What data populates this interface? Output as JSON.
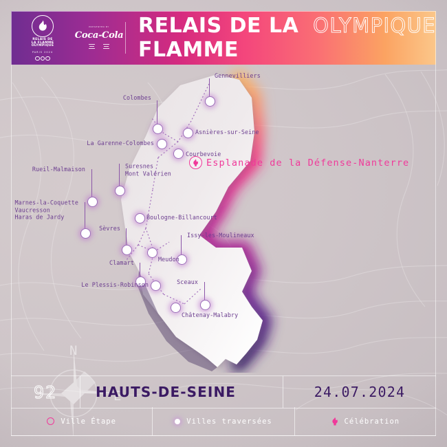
{
  "header": {
    "logo": {
      "line1": "RELAIS DE",
      "line2": "LA FLAMME",
      "line3": "OLYMPIQUE",
      "edition": "PARIS 2024",
      "flame_icon": "flame-icon",
      "rings_icon": "olympic-rings-icon"
    },
    "sponsor": {
      "kicker": "PRESENTED BY",
      "brand": "Coca-Cola"
    },
    "title_bold": "RELAIS DE LA FLAMME",
    "title_thin": "OLYMPIQUE"
  },
  "map": {
    "compass": {
      "north": "N",
      "east": "E",
      "icon": "compass-rose-icon"
    },
    "celebration": {
      "label": "Esplanade de la Défense-Nanterre",
      "icon": "torch-icon",
      "color": "#f0399a"
    },
    "cities": [
      {
        "label": "Gennevilliers",
        "align": "left"
      },
      {
        "label": "Colombes",
        "align": "right"
      },
      {
        "label": "Asnières-sur-Seine",
        "align": "left"
      },
      {
        "label": "La Garenne-Colombes",
        "align": "right"
      },
      {
        "label": "Courbevoie",
        "align": "left"
      },
      {
        "label": "Suresnes\nMont Valérien",
        "align": "left"
      },
      {
        "label": "Rueil-Malmaison",
        "align": "right"
      },
      {
        "label": "Marnes-la-Coquette\nVaucresson\nHaras de Jardy",
        "align": "right"
      },
      {
        "label": "Boulogne-Billancourt",
        "align": "left"
      },
      {
        "label": "Sèvres",
        "align": "right"
      },
      {
        "label": "Issy-les-Moulineaux",
        "align": "left"
      },
      {
        "label": "Meudon",
        "align": "left"
      },
      {
        "label": "Clamart",
        "align": "right"
      },
      {
        "label": "Le Plessis-Robinson",
        "align": "right"
      },
      {
        "label": "Sceaux",
        "align": "right"
      },
      {
        "label": "Châtenay-Malabry",
        "align": "left"
      }
    ]
  },
  "footer": {
    "number": "92",
    "department": "HAUTS-DE-SEINE",
    "date": "24.07.2024",
    "legend": [
      {
        "label": "Ville Étape",
        "icon": "hollow-circle-icon",
        "color": "#f0399a"
      },
      {
        "label": "Villes traversées",
        "icon": "glow-dot-icon",
        "color": "#ffffff"
      },
      {
        "label": "Célébration",
        "icon": "torch-icon",
        "color": "#f0399a"
      }
    ]
  },
  "colors": {
    "accent_pink": "#f0399a",
    "deep_purple": "#3b1a63",
    "label_purple": "#6b3d8f",
    "background": "#cfc6c9"
  }
}
